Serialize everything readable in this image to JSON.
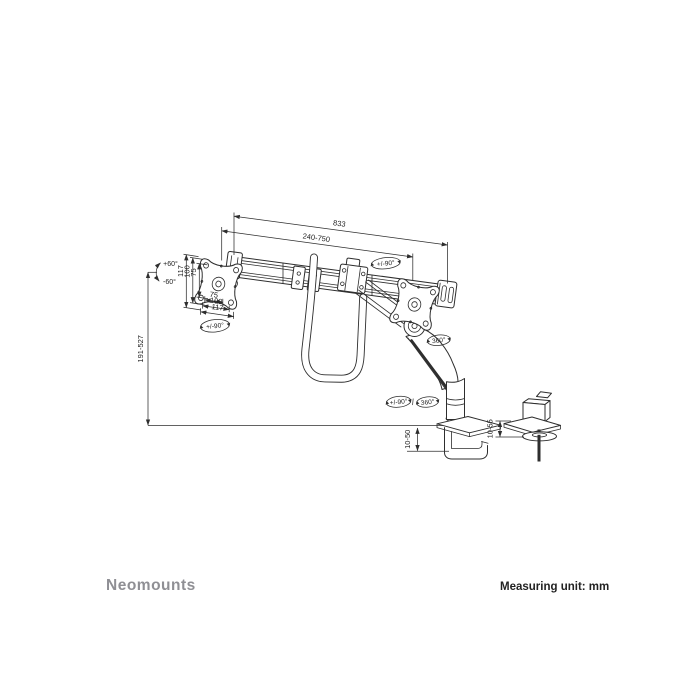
{
  "branding": {
    "logo_text": "Neomounts"
  },
  "footer": {
    "measuring_unit": "Measuring unit: mm"
  },
  "diagram": {
    "type": "technical-drawing",
    "subject": "dual monitor desk mount - crossbar with gas spring arm, desk clamp and grommet base",
    "line_color": "#2e2e2e",
    "brand_color": "#8f8f94",
    "dimensions": {
      "crossbar_total": "833",
      "width_range": "240-750",
      "height_range": "191-527",
      "clamp_range": "10-50",
      "grommet_range": "10-55",
      "vesa_vertical": [
        "117",
        "100",
        "75"
      ],
      "vesa_horizontal": [
        "75",
        "100",
        "117"
      ]
    },
    "angles": {
      "tilt_up": "+60°",
      "tilt_down": "-60°",
      "vesa_rotation": "+/-90°",
      "top_rotation": "+/-90°",
      "arm_rotation": "360°",
      "base_pan": "+/-90°",
      "separator": "/",
      "base_rotation": "360°"
    }
  }
}
